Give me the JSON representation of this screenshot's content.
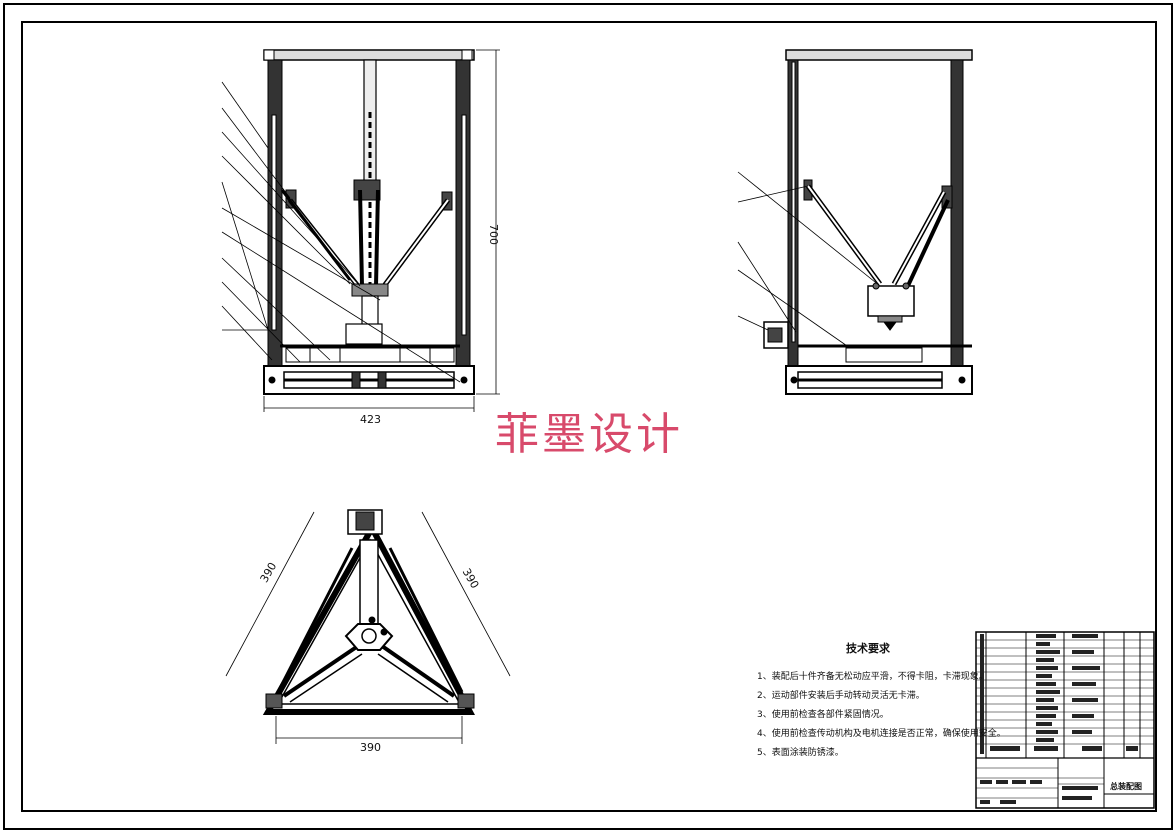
{
  "watermark": "菲墨设计",
  "dimensions": {
    "front_width": "423",
    "front_height": "700",
    "top_left": "390",
    "top_right": "390",
    "top_bottom": "390"
  },
  "technical_requirements": {
    "title": "技术要求",
    "items": [
      "1、装配后十件齐备无松动应平滑，不得卡阻，卡滞现象。",
      "2、运动部件安装后手动转动灵活无卡滞。",
      "3、使用前检查各部件紧固情况。",
      "4、使用前检查传动机构及电机连接是否正常，确保使用安全。",
      "5、表面涂装防锈漆。"
    ]
  },
  "title_block": {
    "drawing_title": "总装配图"
  }
}
